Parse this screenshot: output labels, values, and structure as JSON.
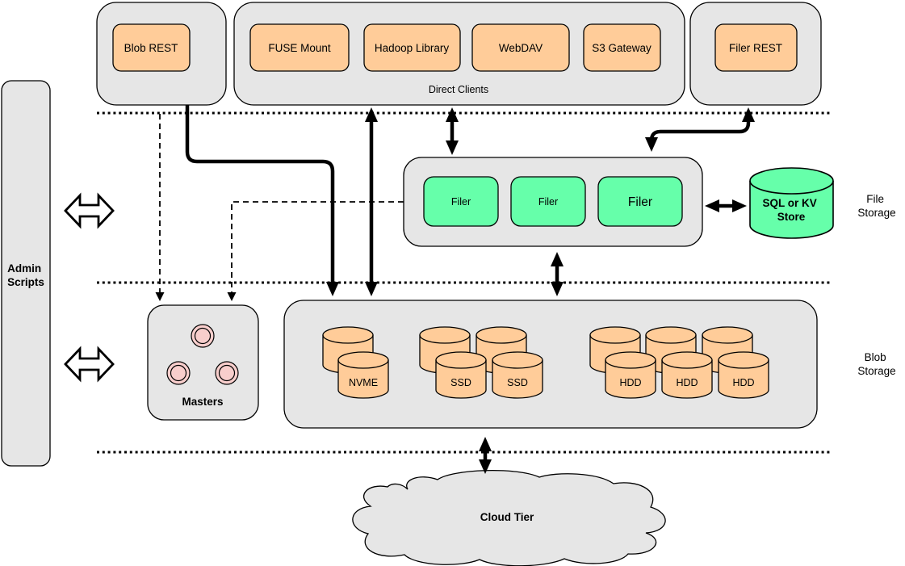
{
  "top_row": {
    "blob_rest": "Blob REST",
    "direct_clients": {
      "caption": "Direct Clients",
      "clients": [
        "FUSE Mount",
        "Hadoop Library",
        "WebDAV",
        "S3 Gateway"
      ]
    },
    "filer_rest": "Filer REST"
  },
  "admin_scripts": {
    "lines": [
      "Admin",
      "Scripts"
    ]
  },
  "file_storage": {
    "filers": [
      "Filer",
      "Filer",
      "Filer"
    ],
    "metadata_store": {
      "lines": [
        "SQL or KV",
        "Store"
      ]
    },
    "layer_label": {
      "lines": [
        "File",
        "Storage"
      ]
    }
  },
  "blob_storage": {
    "masters": "Masters",
    "volumes": [
      "NVME",
      "SSD",
      "SSD",
      "HDD",
      "HDD",
      "HDD"
    ],
    "layer_label": {
      "lines": [
        "Blob",
        "Storage"
      ]
    }
  },
  "cloud_tier": "Cloud Tier",
  "colors": {
    "container_gray": "#E6E6E6",
    "box_orange": "#FFCC99",
    "box_green": "#66FFAA",
    "node_pink": "#F8CECC",
    "line_black": "#000000",
    "background": "#FFFFFF"
  }
}
